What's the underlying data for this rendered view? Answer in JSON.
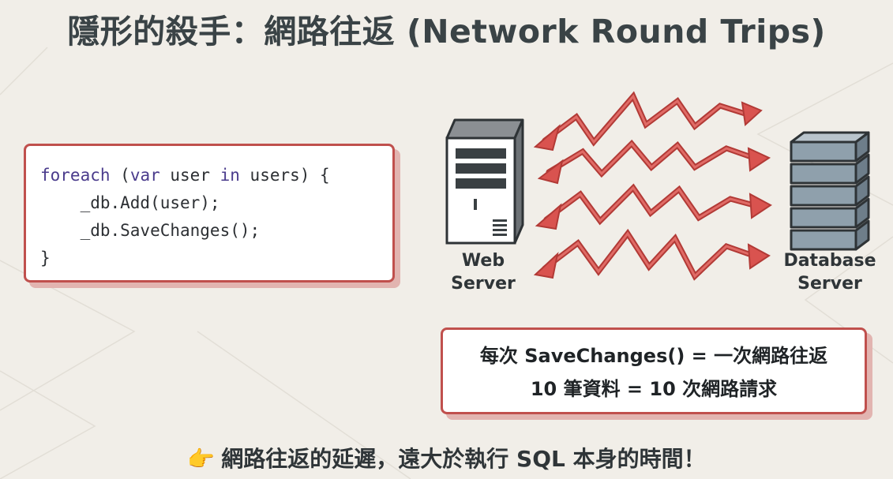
{
  "title": "隱形的殺手：網路往返 (Network Round Trips)",
  "code_lines": [
    {
      "kw1": "foreach",
      "p1": " (",
      "kw2": "var",
      "p2": " user ",
      "kw3": "in",
      "p3": " users) {"
    },
    {
      "text": "    _db.Add(user);"
    },
    {
      "text": "    _db.SaveChanges();"
    },
    {
      "text": "}"
    }
  ],
  "web_server": {
    "line1": "Web",
    "line2": "Server"
  },
  "database_server": {
    "line1": "Database",
    "line2": "Server"
  },
  "info": {
    "line1": "每次 SaveChanges() = 一次網路往返",
    "line2": "10 筆資料 = 10 次網路請求"
  },
  "bottom_note": "網路往返的延遲，遠大於執行 SQL 本身的時間！",
  "colors": {
    "accent": "#c0504d",
    "arrow": "#d9534f",
    "text": "#2f3538"
  },
  "icons": [
    "web-server-icon",
    "database-server-icon",
    "pointing-hand-icon"
  ]
}
